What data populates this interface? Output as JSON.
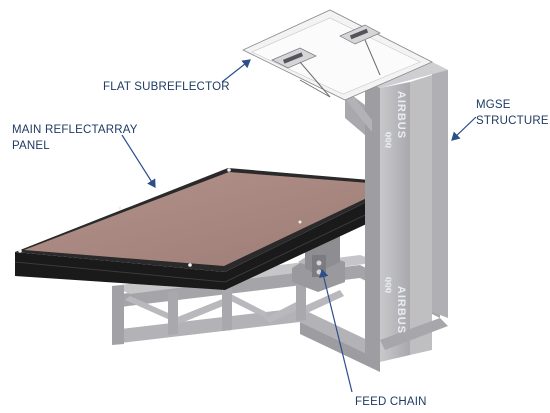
{
  "labels": {
    "flat_subreflector": "FLAT SUBREFLECTOR",
    "main_reflectarray_line1": "MAIN REFLECTARRAY",
    "main_reflectarray_line2": "PANEL",
    "mgse_line1": "MGSE",
    "mgse_line2": "STRUCTURE",
    "feed_chain": "FEED CHAIN"
  },
  "brand": {
    "name": "AIRBUS",
    "mark": "ℚℚℚ"
  },
  "colors": {
    "structure": "#bdbdc0",
    "structure_dark": "#8f8f93",
    "panel_surface": "#a78680",
    "panel_frame": "#1f1f1f",
    "subreflector": "#f2f2f2",
    "label_text": "#1f3b64",
    "arrow": "#2c4f8a"
  }
}
